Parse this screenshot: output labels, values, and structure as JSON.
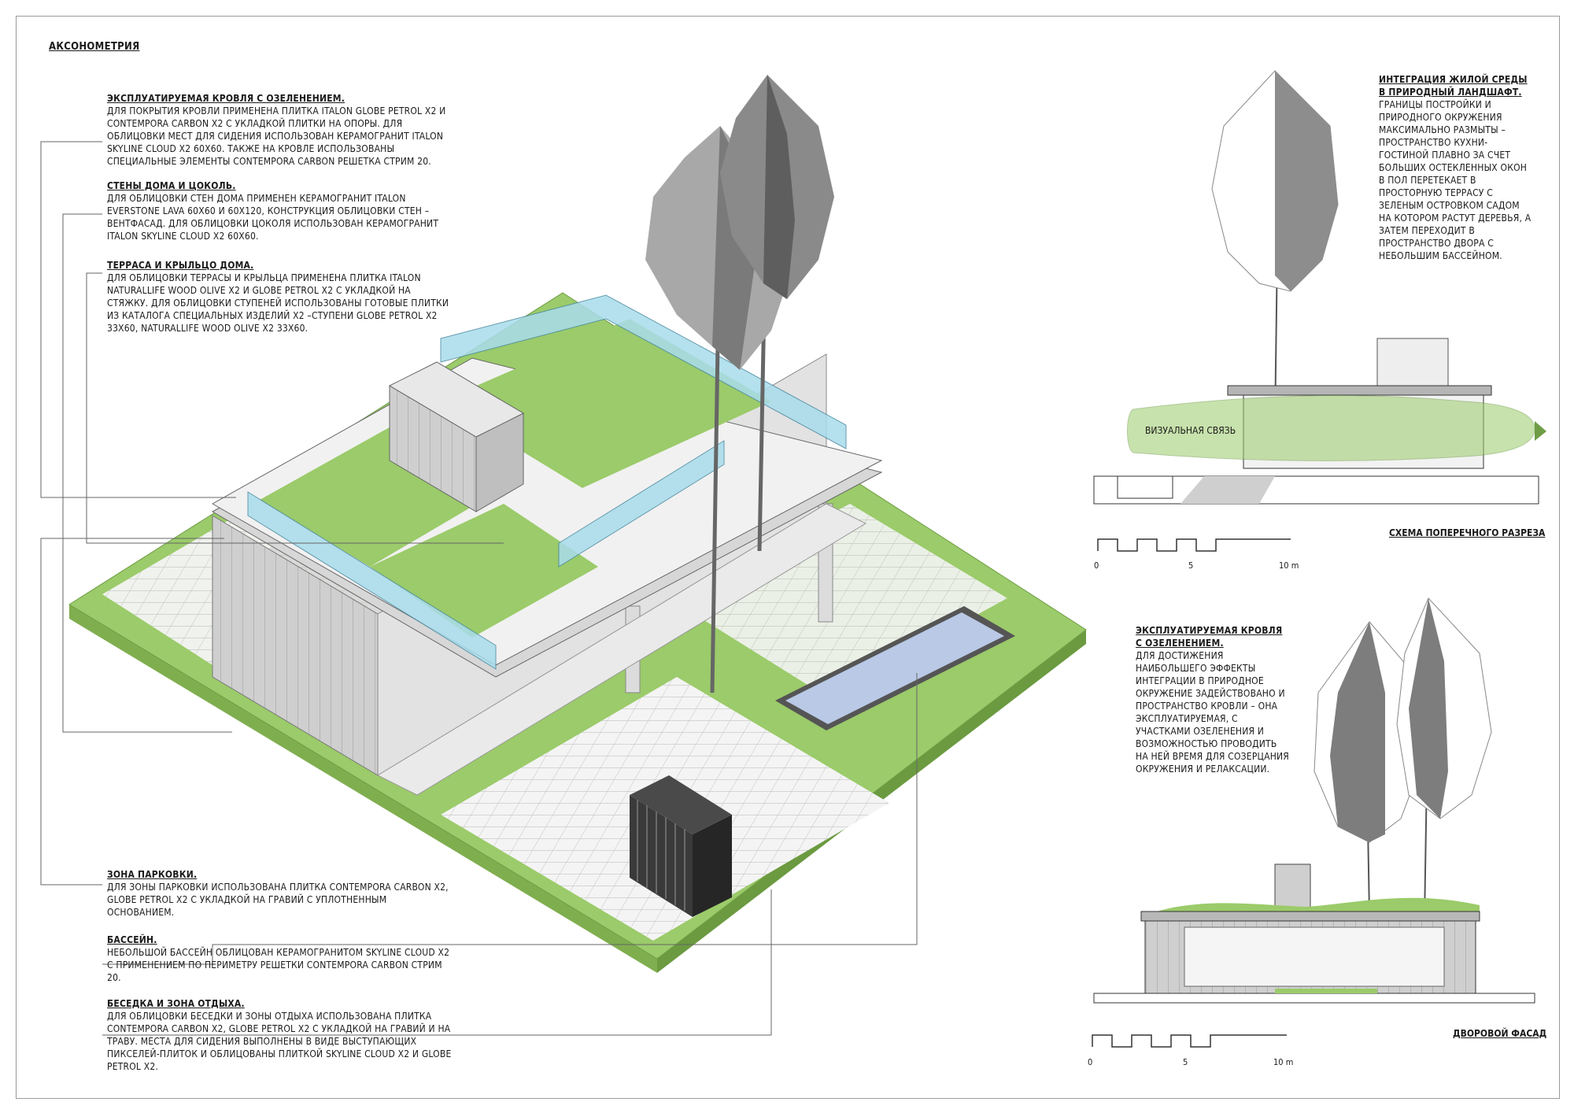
{
  "page_title": "АКСОНОМЕТРИЯ",
  "left_notes": [
    {
      "heading": "ЭКСПЛУАТИРУЕМАЯ КРОВЛЯ С ОЗЕЛЕНЕНИЕМ.",
      "text": "ДЛЯ ПОКРЫТИЯ КРОВЛИ ПРИМЕНЕНА ПЛИТКА ITALON GLOBE PETROL X2 И CONTEMPORA CARBON X2 С УКЛАДКОЙ ПЛИТКИ НА ОПОРЫ. ДЛЯ ОБЛИЦОВКИ МЕСТ ДЛЯ СИДЕНИЯ ИСПОЛЬЗОВАН КЕРАМОГРАНИТ ITALON SKYLINE CLOUD X2 60X60. ТАКЖЕ НА КРОВЛЕ ИСПОЛЬЗОВАНЫ СПЕЦИАЛЬНЫЕ ЭЛЕМЕНТЫ CONTEMPORA CARBON РЕШЕТКА СТРИМ 20."
    },
    {
      "heading": "СТЕНЫ ДОМА И ЦОКОЛЬ.",
      "text": "ДЛЯ ОБЛИЦОВКИ СТЕН ДОМА ПРИМЕНЕН КЕРАМОГРАНИТ ITALON EVERSTONE LAVA 60X60 И 60X120, КОНСТРУКЦИЯ ОБЛИЦОВКИ СТЕН – ВЕНТФАСАД. ДЛЯ ОБЛИЦОВКИ ЦОКОЛЯ ИСПОЛЬЗОВАН КЕРАМОГРАНИТ ITALON SKYLINE CLOUD X2 60X60."
    },
    {
      "heading": "ТЕРРАСА И КРЫЛЬЦО ДОМА.",
      "text": "ДЛЯ ОБЛИЦОВКИ ТЕРРАСЫ И КРЫЛЬЦА ПРИМЕНЕНА ПЛИТКА ITALON NATURALLIFE WOOD OLIVE X2 И GLOBE PETROL X2 С УКЛАДКОЙ НА СТЯЖКУ. ДЛЯ ОБЛИЦОВКИ СТУПЕНЕЙ ИСПОЛЬЗОВАНЫ ГОТОВЫЕ ПЛИТКИ ИЗ КАТАЛОГА СПЕЦИАЛЬНЫХ ИЗДЕЛИЙ X2 –СТУПЕНИ GLOBE PETROL X2 33X60, NATURALLIFE WOOD OLIVE X2 33X60."
    },
    {
      "heading": "ЗОНА ПАРКОВКИ.",
      "text": "ДЛЯ ЗОНЫ ПАРКОВКИ ИСПОЛЬЗОВАНА ПЛИТКА CONTEMPORA CARBON X2, GLOBE PETROL X2 С УКЛАДКОЙ НА ГРАВИЙ С УПЛОТНЕННЫМ ОСНОВАНИЕМ."
    },
    {
      "heading": "БАССЕЙН.",
      "text": "НЕБОЛЬШОЙ БАССЕЙН ОБЛИЦОВАН КЕРАМОГРАНИТОМ SKYLINE CLOUD X2 С ПРИМЕНЕНИЕМ ПО ПЕРИМЕТРУ РЕШЕТКИ CONTEMPORA CARBON СТРИМ 20."
    },
    {
      "heading": "БЕСЕДКА И ЗОНА ОТДЫХА.",
      "text": "ДЛЯ ОБЛИЦОВКИ БЕСЕДКИ И ЗОНЫ ОТДЫХА ИСПОЛЬЗОВАНА ПЛИТКА CONTEMPORA CARBON X2, GLOBE PETROL X2 С УКЛАДКОЙ НА ГРАВИЙ И НА ТРАВУ. МЕСТА ДЛЯ СИДЕНИЯ ВЫПОЛНЕНЫ В ВИДЕ ВЫСТУПАЮЩИХ ПИКСЕЛЕЙ-ПЛИТОК И ОБЛИЦОВАНЫ ПЛИТКОЙ SKYLINE CLOUD X2 И GLOBE PETROL X2."
    }
  ],
  "right_top_note": {
    "heading": "ИНТЕГРАЦИЯ ЖИЛОЙ СРЕДЫ В ПРИРОДНЫЙ ЛАНДШАФТ.",
    "text": "ГРАНИЦЫ ПОСТРОЙКИ И ПРИРОДНОГО ОКРУЖЕНИЯ МАКСИМАЛЬНО РАЗМЫТЫ – ПРОСТРАНСТВО КУХНИ-ГОСТИНОЙ ПЛАВНО ЗА СЧЕТ БОЛЬШИХ ОСТЕКЛЕННЫХ ОКОН В ПОЛ ПЕРЕТЕКАЕТ В ПРОСТОРНУЮ ТЕРРАСУ С ЗЕЛЕНЫМ ОСТРОВКОМ САДОМ НА КОТОРОМ РАСТУТ ДЕРЕВЬЯ, А ЗАТЕМ ПЕРЕХОДИТ В ПРОСТРАНСТВО ДВОРА С НЕБОЛЬШИМ БАССЕЙНОМ."
  },
  "right_mid_note": {
    "heading": "ЭКСПЛУАТИРУЕМАЯ КРОВЛЯ С ОЗЕЛЕНЕНИЕМ.",
    "text": "ДЛЯ ДОСТИЖЕНИЯ НАИБОЛЬШЕГО ЭФФЕКТЫ ИНТЕГРАЦИИ В ПРИРОДНОЕ ОКРУЖЕНИЕ ЗАДЕЙСТВОВАНО И ПРОСТРАНСТВО КРОВЛИ – ОНА ЭКСПЛУАТИРУЕМАЯ, С УЧАСТКАМИ ОЗЕЛЕНЕНИЯ И ВОЗМОЖНОСТЬЮ ПРОВОДИТЬ НА НЕЙ ВРЕМЯ ДЛЯ СОЗЕРЦАНИЯ ОКРУЖЕНИЯ И РЕЛАКСАЦИИ."
  },
  "section": {
    "visual_link_label": "ВИЗУАЛЬНАЯ СВЯЗЬ",
    "caption": "СХЕМА ПОПЕРЕЧНОГО РАЗРЕЗА",
    "scale_ticks": [
      "0",
      "5",
      "10 m"
    ]
  },
  "facade": {
    "caption": "ДВОРОВОЙ ФАСАД",
    "scale_ticks": [
      "0",
      "5",
      "10 m"
    ]
  },
  "colors": {
    "grass": "#9bcb6a",
    "grass_side": "#7fae4f",
    "glass": "#a9dcec",
    "pool": "#b9c9e6",
    "wall": "#d9d9d9",
    "tree_dark": "#6f6f6f",
    "tree_light": "#a8a8a8",
    "ink": "#1a1a1a"
  }
}
